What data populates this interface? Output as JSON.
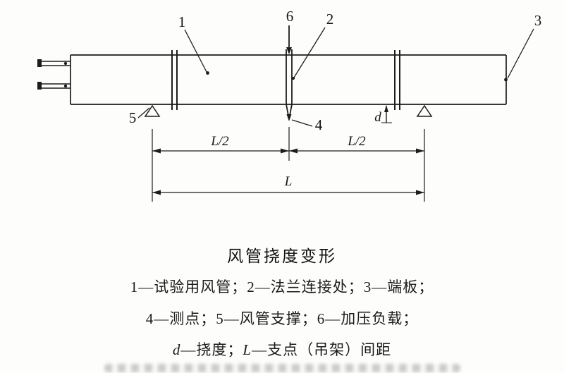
{
  "figure": {
    "title": "风管挠度变形",
    "legend": {
      "line1": "1—试验用风管；2—法兰连接处；3—端板；",
      "line2": "4—测点；5—风管支撑；6—加压负载；",
      "line3": {
        "var1": "d",
        "text1": "—挠度；",
        "var2": "L",
        "text2": "—支点（吊架）间距"
      }
    },
    "callouts": {
      "duct": "1",
      "flange": "2",
      "end_plate": "3",
      "measure_point": "4",
      "support": "5",
      "load": "6"
    },
    "dimensions": {
      "half_left": "L/2",
      "half_right": "L/2",
      "total": "L",
      "deflection": "d"
    },
    "colors": {
      "line": "#1c1c1c",
      "background": "#fdfdfc"
    }
  }
}
